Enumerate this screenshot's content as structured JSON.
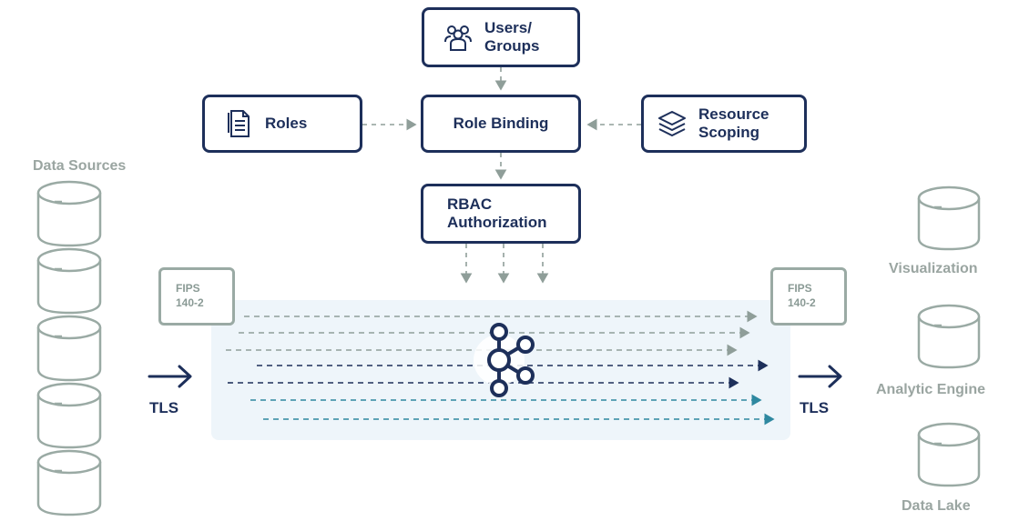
{
  "nodes": {
    "users_groups": "Users/\nGroups",
    "roles": "Roles",
    "role_binding": "Role Binding",
    "resource_scoping": "Resource\nScoping",
    "rbac_authorization": "RBAC\nAuthorization"
  },
  "fips_left": "FIPS\n140-2",
  "fips_right": "FIPS\n140-2",
  "data_sources_label": "Data Sources",
  "tls_left": "TLS",
  "tls_right": "TLS",
  "destinations": [
    "Visualization",
    "Analytic Engine",
    "Data Lake"
  ],
  "icons": {
    "users_groups": "users-icon",
    "roles": "document-icon",
    "resource_scoping": "layers-icon",
    "stream": "kafka-icon",
    "source": "database-icon"
  },
  "colors": {
    "navy": "#1d2f5a",
    "gray": "#9aaaa4",
    "teal": "#2e88a0",
    "panel": "#eef5fa"
  }
}
